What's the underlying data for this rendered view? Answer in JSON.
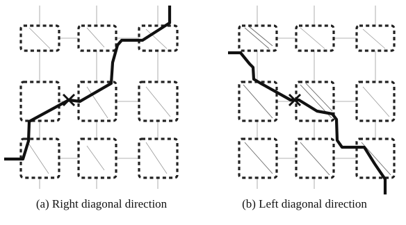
{
  "figure": {
    "panels": [
      {
        "id": "a",
        "caption": "(a) Right diagonal direction",
        "crossing_marker": "×"
      },
      {
        "id": "b",
        "caption": "(b) Left diagonal direction",
        "crossing_marker": "×"
      }
    ],
    "grid": {
      "rows": 3,
      "cols": 3
    },
    "colors": {
      "route": "#111111",
      "cell_border": "#222222",
      "wire": "#9a9a9a"
    }
  }
}
